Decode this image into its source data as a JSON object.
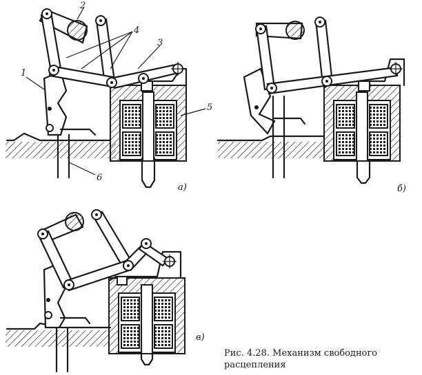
{
  "labels": {
    "n1": "1",
    "n2": "2",
    "n3": "3",
    "n4": "4",
    "n5": "5",
    "n6": "6"
  },
  "panels": {
    "a": "а)",
    "b": "б)",
    "c": "в)"
  },
  "caption": {
    "line1": "Рис. 4.28.  Механизм свободного",
    "line2": "расцепления"
  }
}
